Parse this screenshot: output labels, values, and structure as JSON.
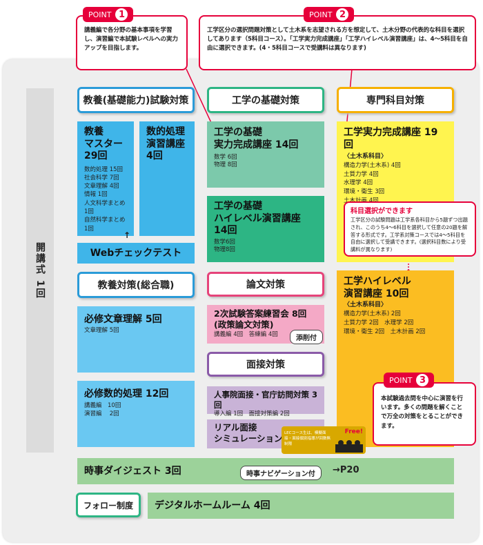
{
  "side_label": "開講式 1回",
  "points": {
    "p1": {
      "label": "POINT",
      "num": "1",
      "text": "講義編で各分野の基本事項を学習し、演習編で本試験レベルへの実力アップを目指します。"
    },
    "p2": {
      "label": "POINT",
      "num": "2",
      "text": "工学区分の選択問題対策として土木系を志望される方を想定して、土木分野の代表的な科目を選択してあります（5科目コース）。「工学実力完成講座」「工学ハイレベル演習講座」は、4〜5科目を自由に選択できます。(4・5科目コースで受講料は異なります)"
    },
    "p3": {
      "label": "POINT",
      "num": "3",
      "text": "本試験過去問を中心に演習を行います。多くの問題を解くことで万全の対策をとることができます。"
    }
  },
  "headers": {
    "kyoyo": "教養(基礎能力)試験対策",
    "kogaku": "工学の基礎対策",
    "senmon": "専門科目対策",
    "kyoyo_sogo": "教養対策(総合職)",
    "ronbun": "論文対策",
    "mensetsu": "面接対策",
    "follow": "フォロー制度"
  },
  "kyoyo_master": {
    "title": "教養\nマスター\n29回",
    "items": "数的処理 15回\n社会科学 7回\n文章理解 4回\n情報 1回\n人文科学まとめ 1回\n自然科学まとめ 1回"
  },
  "suteki": {
    "title": "数的処理\n演習講座\n4回"
  },
  "web_check": "Webチェックテスト",
  "kiso_jitsuryoku": {
    "title": "工学の基礎\n実力完成講座 14回",
    "items": "数学 6回\n物理 8回"
  },
  "kiso_high": {
    "title": "工学の基礎\nハイレベル演習講座\n14回",
    "items": "数学6回\n物理8回"
  },
  "jitsuryoku": {
    "title": "工学実力完成講座 19回",
    "sub": "〈土木系科目〉",
    "items": "構造力学(土木系) 4回\n土質力学 4回\n水理学 4回\n環境・衛生 3回\n土木計画 4回"
  },
  "kamoku_callout": {
    "title": "科目選択ができます",
    "text": "工学区分の試験問題は工学系各科目から5題ずつ出題され、このうち4〜6科目を選択して任意の20題を解答する形式です。工学系対策コースでは4〜5科目を自由に選択して受講できます。(選択科目数により受講料が異なります)"
  },
  "high": {
    "title": "工学ハイレベル\n演習講座 10回",
    "sub": "〈土木系科目〉",
    "items": "構造力学(土木系) 2回\n土質力学 2回　水理学 2回\n環境・衛生 2回　土木計画 2回"
  },
  "hisshu_bunsho": {
    "title": "必修文章理解 5回",
    "items": "文章理解 5回"
  },
  "hisshu_suteki": {
    "title": "必修数的処理 12回",
    "items": "講義編　10回\n演習編　 2回"
  },
  "niji": {
    "title": "2次試験答案練習会 8回\n(政策論文対策)",
    "items": "講義編 4回　答練編 4回",
    "tag": "添削付"
  },
  "jinjiin": {
    "title": "人事院面接・官庁訪問対策 3回",
    "items": "導入編 1回　面接対策編 2回"
  },
  "real": {
    "title": "リアル面接\nシミュレーション",
    "note": "LECコース生は、模擬面接・面接個別指導が回数無制限",
    "free": "Free!"
  },
  "jiji": {
    "title": "時事ダイジェスト 3回",
    "tag": "時事ナビゲーション付",
    "ref": "→P20"
  },
  "digital": {
    "title": "デジタルホームルーム 4回"
  },
  "colors": {
    "accent": "#e6003a",
    "blue": "#3fb5e9",
    "green": "#2db584",
    "yellow": "#fff44f",
    "orange": "#fbbd22"
  }
}
